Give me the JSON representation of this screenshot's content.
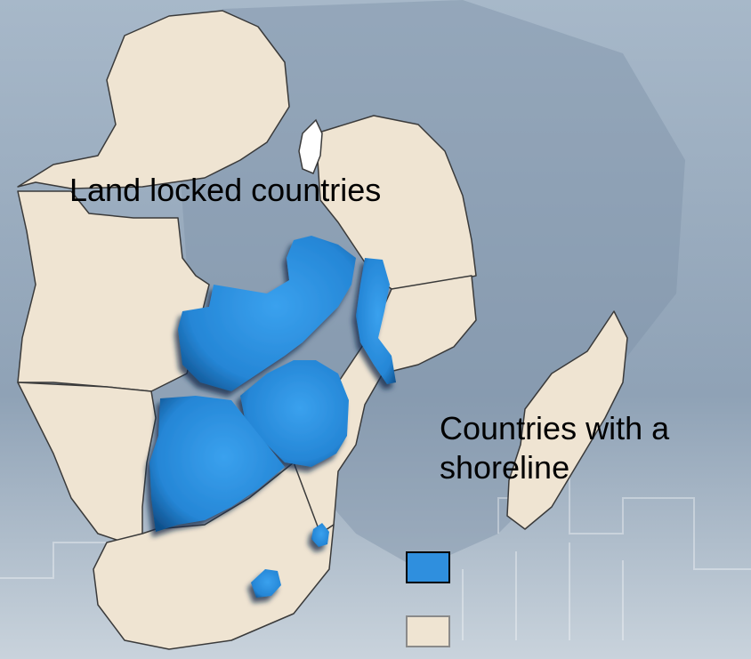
{
  "labels": {
    "landlocked": "Land locked countries",
    "shoreline_line1": "Countries with a",
    "shoreline_line2": "shoreline"
  },
  "colors": {
    "landlocked": "#2f8fde",
    "shoreline": "#efe4d2",
    "border": "#3a3a3a",
    "background": "#9fb0c2"
  },
  "legend": [
    {
      "category": "landlocked",
      "color": "#2f8fde"
    },
    {
      "category": "shoreline",
      "color": "#efe4d2"
    }
  ]
}
